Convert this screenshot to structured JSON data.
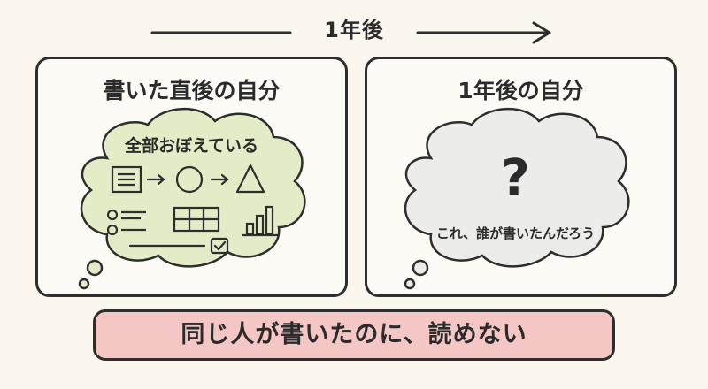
{
  "timeline": {
    "label": "1年後"
  },
  "left_panel": {
    "title": "書いた直後の自分",
    "bubble_title": "全部おぼえている",
    "icons": [
      "document-icon",
      "arrow-right-icon",
      "circle-icon",
      "arrow-right-icon",
      "triangle-icon",
      "list-icon",
      "table-grid-icon",
      "bar-chart-icon",
      "checkbox-icon"
    ]
  },
  "right_panel": {
    "title": "1年後の自分",
    "symbol": "?",
    "caption": "これ、誰が書いたんだろう"
  },
  "banner": {
    "text": "同じ人が書いたのに、読めない"
  },
  "colors": {
    "background": "#fbf7ee",
    "left_cloud": "#e3ecc7",
    "right_cloud": "#ececea",
    "banner": "#f4c6c4",
    "ink": "#2e2e2e"
  }
}
